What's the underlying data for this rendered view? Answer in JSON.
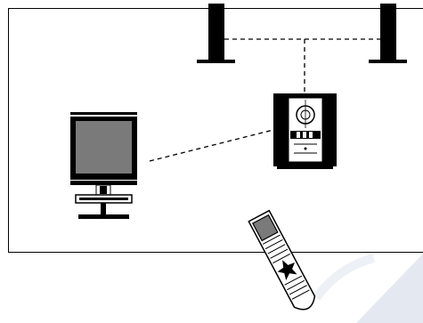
{
  "diagram": {
    "description_visible_text": "",
    "colors": {
      "stroke": "#000000",
      "fill_black": "#000000",
      "fill_gray": "#7a7a7a",
      "fill_white": "#ffffff",
      "watermark": "#cfd7e6"
    },
    "components": [
      {
        "id": "speaker-left",
        "label": ""
      },
      {
        "id": "speaker-right",
        "label": ""
      },
      {
        "id": "television",
        "label": ""
      },
      {
        "id": "music-system",
        "label": ""
      },
      {
        "id": "remote-control",
        "label": ""
      }
    ],
    "connections": [
      {
        "from": "speaker-left",
        "to": "speaker-right",
        "style": "dashed"
      },
      {
        "from": "speaker-link",
        "to": "music-system",
        "style": "dashed"
      },
      {
        "from": "television",
        "to": "music-system",
        "style": "dashed"
      }
    ]
  }
}
